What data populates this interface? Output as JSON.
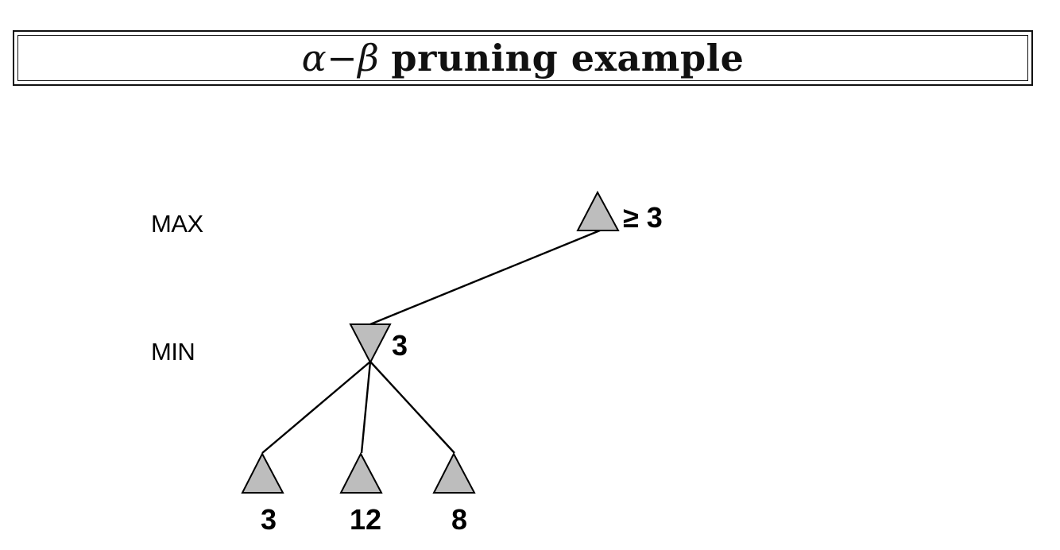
{
  "title": {
    "greek": "α−β",
    "main": "pruning example"
  },
  "levels": {
    "max_label": "MAX",
    "min_label": "MIN"
  },
  "tree": {
    "root": {
      "type": "max",
      "value_label": "≥ 3"
    },
    "min_node": {
      "type": "min",
      "value_label": "3"
    },
    "leaves": [
      {
        "value_label": "3"
      },
      {
        "value_label": "12"
      },
      {
        "value_label": "8"
      }
    ]
  },
  "colors": {
    "node_fill": "#bdbdbd",
    "stroke": "#000000"
  }
}
